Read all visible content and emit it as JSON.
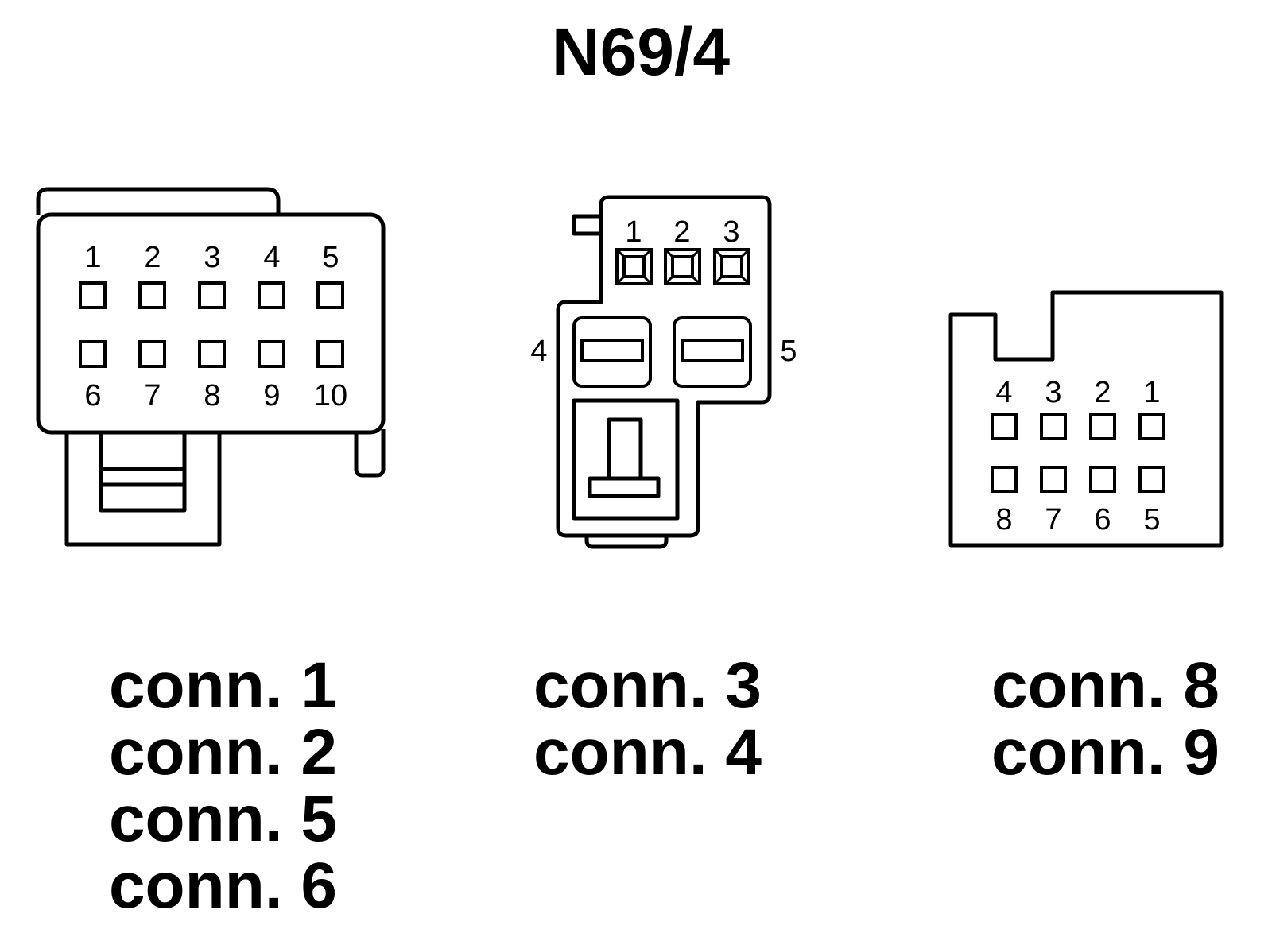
{
  "title": "N69/4",
  "connector_a": {
    "top_pins": [
      "1",
      "2",
      "3",
      "4",
      "5"
    ],
    "bottom_pins": [
      "6",
      "7",
      "8",
      "9",
      "10"
    ],
    "labels": [
      "conn. 1",
      "conn. 2",
      "conn. 5",
      "conn. 6"
    ]
  },
  "connector_b": {
    "top_pins": [
      "1",
      "2",
      "3"
    ],
    "left_pin": "4",
    "right_pin": "5",
    "labels": [
      "conn. 3",
      "conn. 4"
    ]
  },
  "connector_c": {
    "top_pins": [
      "4",
      "3",
      "2",
      "1"
    ],
    "bottom_pins": [
      "8",
      "7",
      "6",
      "5"
    ],
    "labels": [
      "conn. 8",
      "conn. 9"
    ]
  }
}
